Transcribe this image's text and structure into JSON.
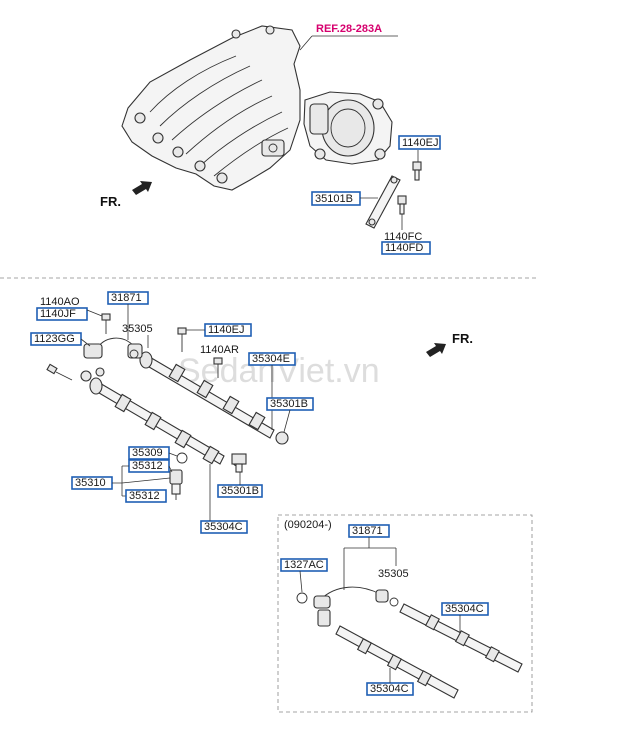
{
  "reference": "REF.28-283A",
  "direction_top": "FR.",
  "direction_bottom": "FR.",
  "watermark": "SedanViet.vn",
  "inset_note": "(090204-)",
  "top_parts": {
    "p1140EJ": "1140EJ",
    "p35101B": "35101B",
    "p1140FC": "1140FC",
    "p1140FD": "1140FD"
  },
  "rail_parts": {
    "p1140AO": "1140AO",
    "p1140JF": "1140JF",
    "p31871": "31871",
    "p35305": "35305",
    "p1123GG": "1123GG",
    "p1140EJ": "1140EJ",
    "p1140AR": "1140AR",
    "p35304E": "35304E",
    "p35301B_a": "35301B",
    "p35309": "35309",
    "p35312_a": "35312",
    "p35310": "35310",
    "p35312_b": "35312",
    "p35301B_b": "35301B",
    "p35304C": "35304C"
  },
  "inset_parts": {
    "p31871": "31871",
    "p1327AC": "1327AC",
    "p35305": "35305",
    "p35304C_a": "35304C",
    "p35304C_b": "35304C"
  }
}
